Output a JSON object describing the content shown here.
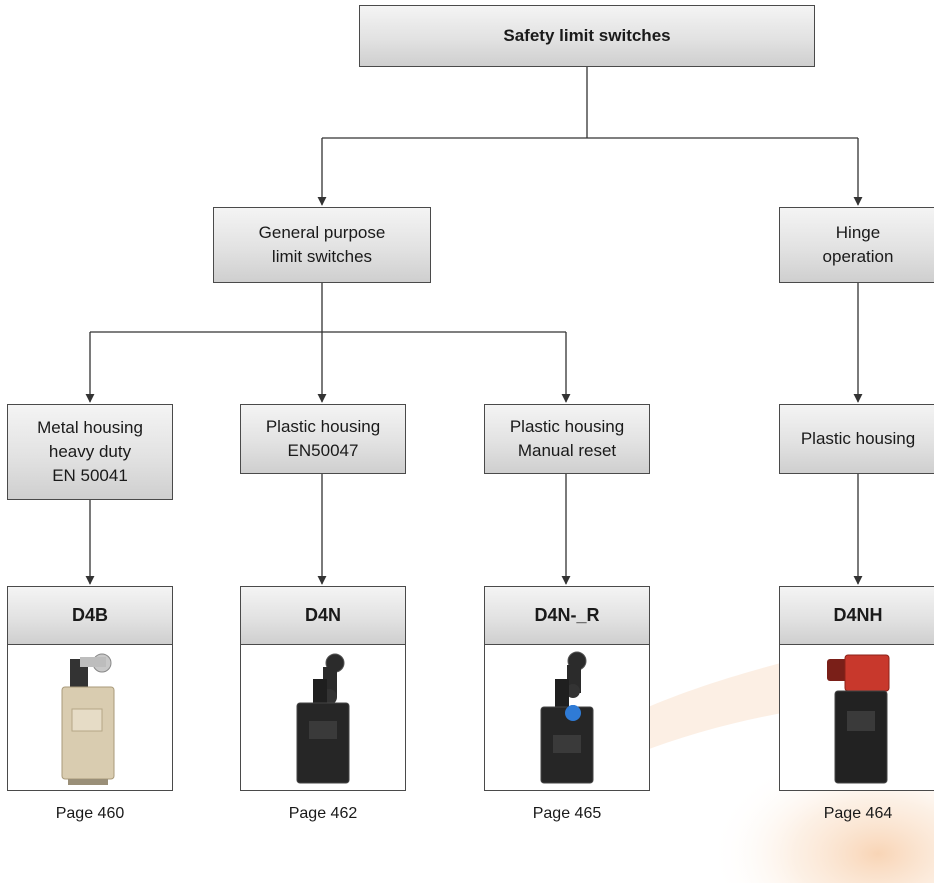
{
  "diagram": {
    "root": {
      "label": "Safety limit switches"
    },
    "level1": {
      "general": {
        "label": "General purpose\nlimit switches"
      },
      "hinge": {
        "label": "Hinge\noperation"
      }
    },
    "level2": {
      "metal": {
        "label": "Metal housing\nheavy duty\nEN 50041"
      },
      "plastic": {
        "label": "Plastic housing\nEN50047"
      },
      "plastic_reset": {
        "label": "Plastic housing\nManual reset"
      },
      "hinge_plastic": {
        "label": "Plastic housing"
      }
    },
    "products": [
      {
        "model": "D4B",
        "page": "Page 460",
        "image": "d4b-switch-icon"
      },
      {
        "model": "D4N",
        "page": "Page 462",
        "image": "d4n-switch-icon"
      },
      {
        "model": "D4N-_R",
        "page": "Page 465",
        "image": "d4n-r-switch-icon"
      },
      {
        "model": "D4NH",
        "page": "Page 464",
        "image": "d4nh-switch-icon"
      }
    ]
  },
  "colors": {
    "box_border": "#4a4a4a",
    "box_fill_top": "#f4f4f4",
    "box_fill_bottom": "#cfcfcf",
    "line": "#333333",
    "background_accent": "#f6c9a0"
  }
}
